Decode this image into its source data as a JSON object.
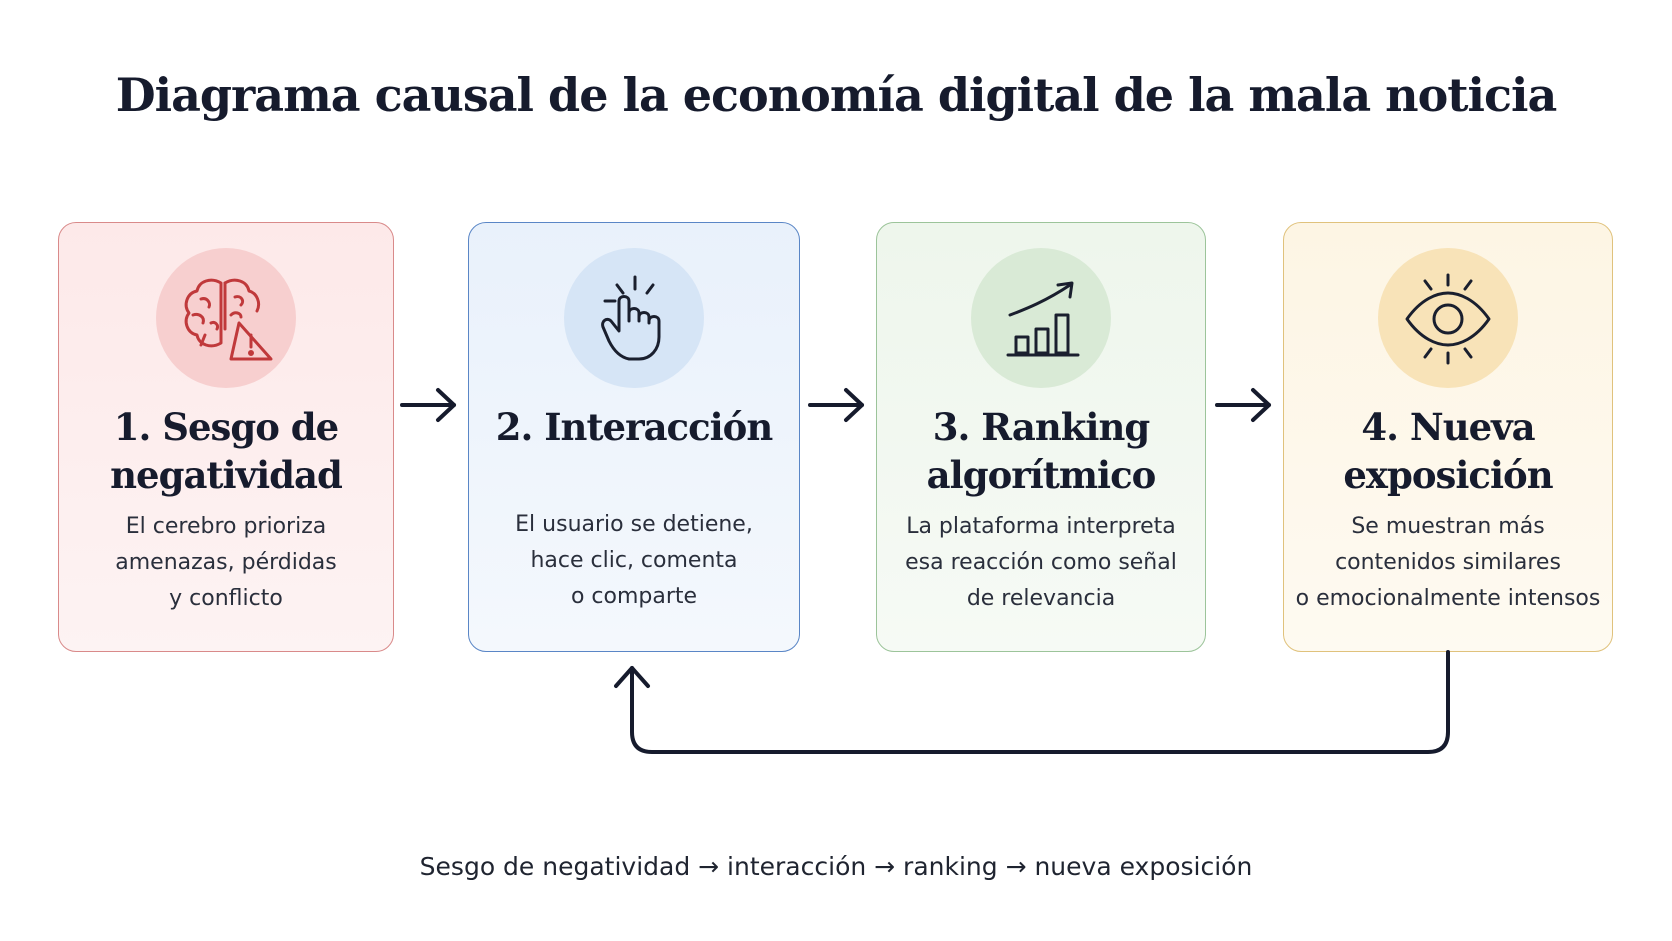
{
  "title": "Diagrama causal de la economía digital de la mala noticia",
  "steps": [
    {
      "title_line1": "1. Sesgo de",
      "title_line2": "negatividad",
      "text_line1": "El cerebro prioriza",
      "text_line2": "amenazas, pérdidas",
      "text_line3": "y conflicto",
      "icon": "brain-warning-icon",
      "accent": "#c0393b"
    },
    {
      "title_line1": "2. Interacción",
      "title_line2": "",
      "text_line1": "El usuario se detiene,",
      "text_line2": "hace clic, comenta",
      "text_line3": "o comparte",
      "icon": "pointer-click-icon",
      "accent": "#1a1f2e"
    },
    {
      "title_line1": "3. Ranking",
      "title_line2": "algorítmico",
      "text_line1": "La plataforma interpreta",
      "text_line2": "esa reacción como señal",
      "text_line3": "de relevancia",
      "icon": "growth-chart-icon",
      "accent": "#1a1f2e"
    },
    {
      "title_line1": "4. Nueva",
      "title_line2": "exposición",
      "text_line1": "Se muestran más",
      "text_line2": "contenidos similares",
      "text_line3": "o emocionalmente intensos",
      "icon": "eye-icon",
      "accent": "#1a1f2e"
    }
  ],
  "footer": "Sesgo de negatividad → interacción → ranking → nueva exposición"
}
